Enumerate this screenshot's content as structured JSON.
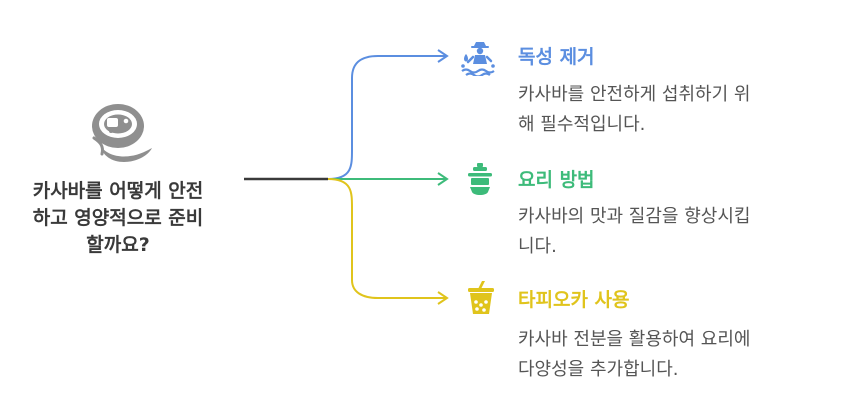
{
  "central": {
    "icon": "cassava-root-icon",
    "lines": [
      "카사바를 어떻게 안전",
      "하고 영양적으로 준비",
      "할까요?"
    ]
  },
  "branches": [
    {
      "icon": "washing-person-icon",
      "color": "#5b8ee0",
      "title": "독성 제거",
      "desc": [
        "카사바를 안전하게 섭취하기 위",
        "해 필수적입니다."
      ]
    },
    {
      "icon": "juicer-icon",
      "color": "#3dbb7a",
      "title": "요리 방법",
      "desc": [
        "카사바의 맛과 질감을 향상시킵",
        "니다."
      ]
    },
    {
      "icon": "bubble-tea-icon",
      "color": "#e0c41c",
      "title": "타피오카 사용",
      "desc": [
        "카사바 전분을 활용하여 요리에",
        "다양성을 추가합니다."
      ]
    }
  ]
}
